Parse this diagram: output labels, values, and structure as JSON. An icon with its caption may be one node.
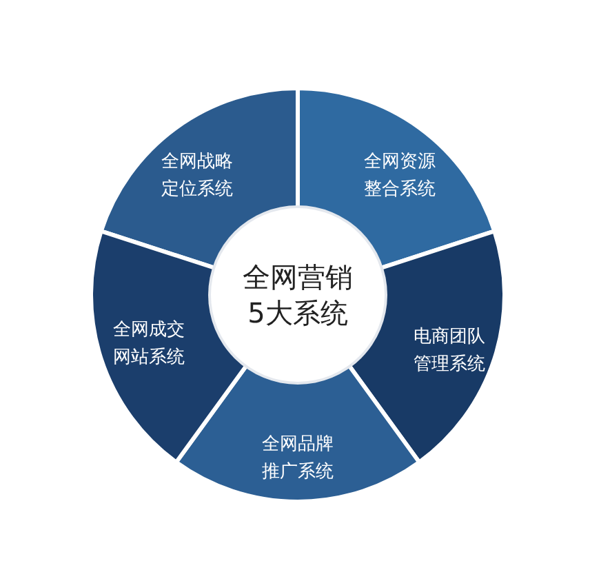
{
  "diagram": {
    "nodes": [
      {
        "text": [
          "全网营销 5大系统"
        ]
      },
      {
        "text": [
          "全网战略定位系统"
        ]
      },
      {
        "text": [
          "全网资源整合系统"
        ]
      },
      {
        "text": [
          "电商团队管理系统"
        ]
      },
      {
        "text": [
          "全网品牌推广系统"
        ]
      },
      {
        "text": [
          "全网成交网站系统"
        ]
      }
    ]
  }
}
